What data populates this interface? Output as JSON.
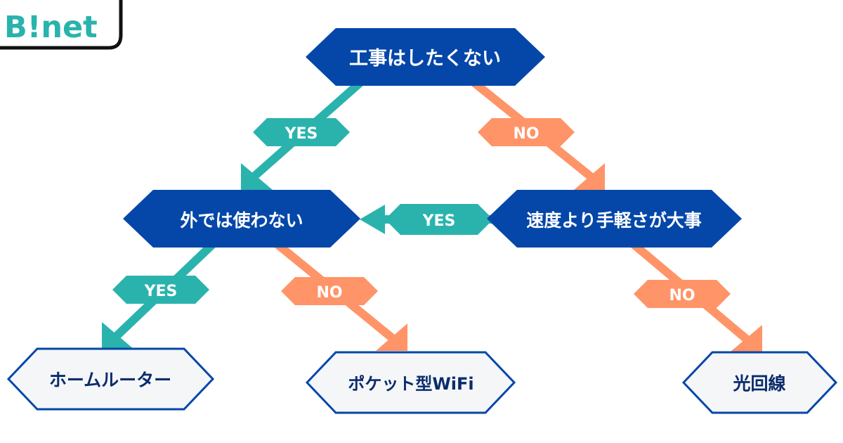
{
  "brand": {
    "text": "B!net"
  },
  "colors": {
    "decision_fill": "#0547A8",
    "result_fill": "#F4F6F8",
    "result_stroke": "#0547A8",
    "yes": "#2AB3AD",
    "no": "#FF9468",
    "brand_text": "#2AB3AD",
    "dark_text": "#0B2C6B"
  },
  "nodes": {
    "q1": "工事はしたくない",
    "q2": "外では使わない",
    "q3": "速度より手軽さが大事",
    "r1": "ホームルーター",
    "r2": "ポケット型WiFi",
    "r3": "光回線"
  },
  "edges": {
    "q1_yes": "YES",
    "q1_no": "NO",
    "q3_yes": "YES",
    "q2_yes": "YES",
    "q2_no": "NO",
    "q3_no": "NO"
  }
}
